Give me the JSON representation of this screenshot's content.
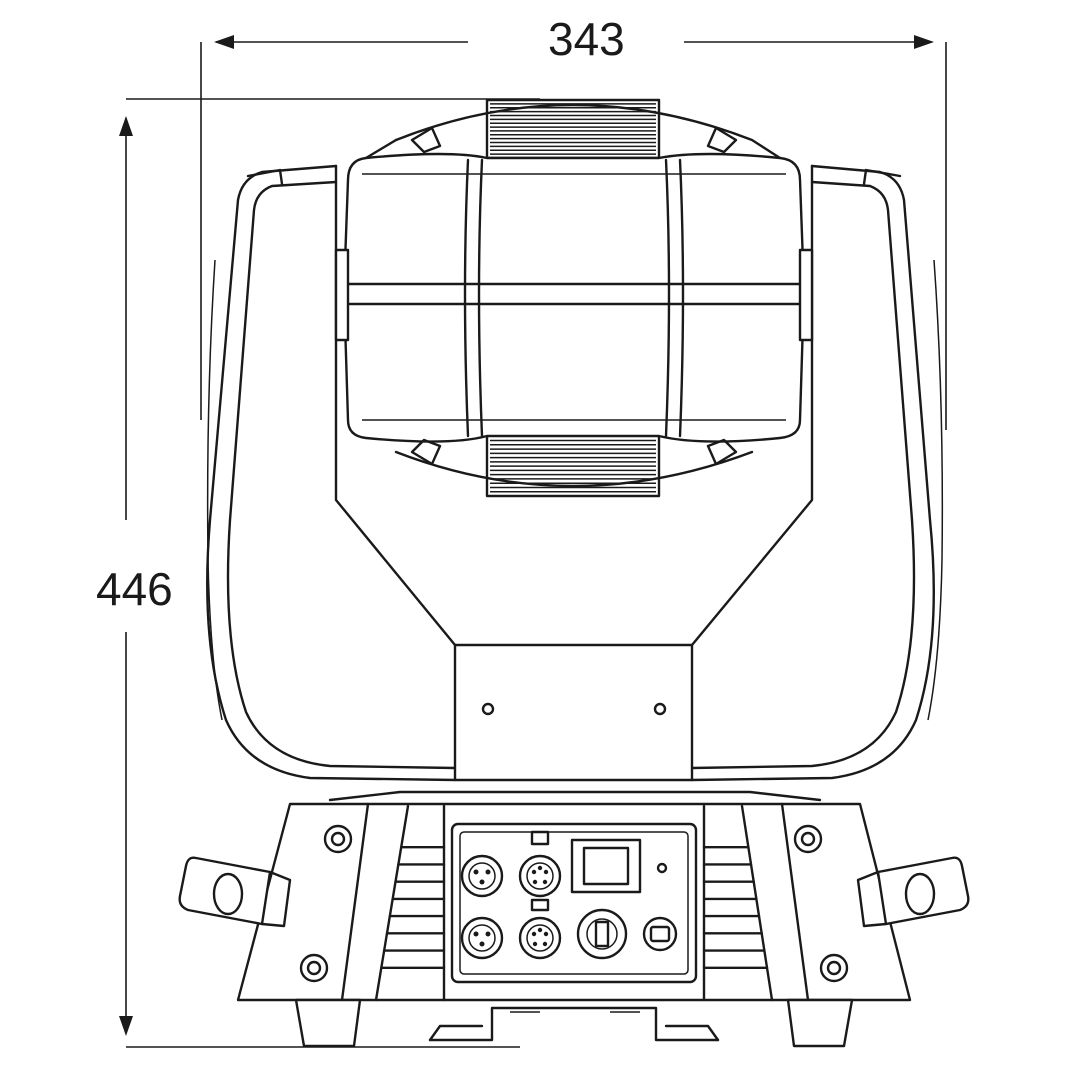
{
  "dimensions": {
    "width_label": "343",
    "height_label": "446"
  },
  "colors": {
    "line": "#1a1a1a",
    "background": "#ffffff"
  },
  "vent_counts": {
    "head_grille_lines": 14,
    "base_vent_slats": 8
  }
}
